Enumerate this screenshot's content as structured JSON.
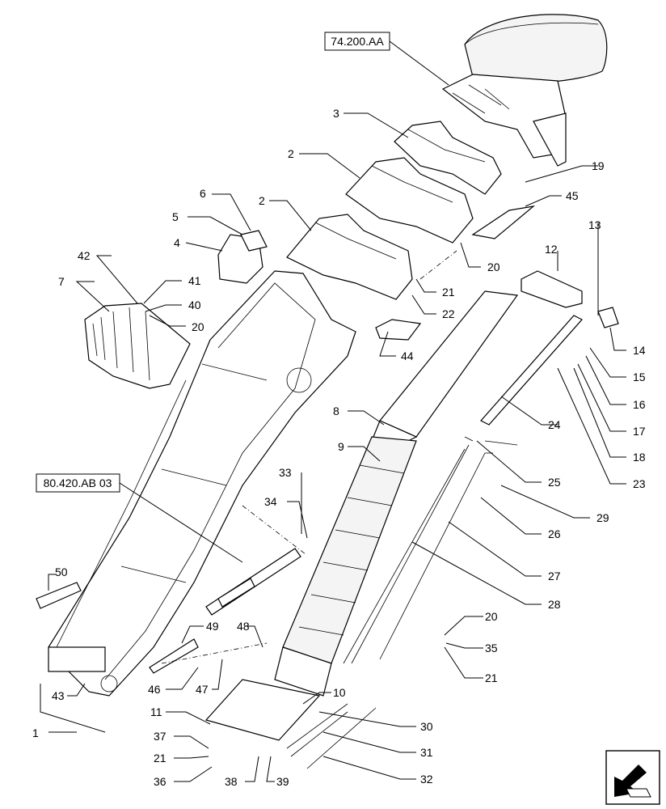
{
  "references": {
    "ref_top": "74.200.AA",
    "ref_left": "80.420.AB 03"
  },
  "callouts": {
    "c1": "1",
    "c2a": "2",
    "c2b": "2",
    "c3": "3",
    "c4": "4",
    "c5": "5",
    "c6": "6",
    "c7": "7",
    "c8": "8",
    "c9": "9",
    "c10": "10",
    "c11": "11",
    "c12": "12",
    "c13": "13",
    "c14": "14",
    "c15": "15",
    "c16": "16",
    "c17": "17",
    "c18": "18",
    "c19": "19",
    "c20a": "20",
    "c20b": "20",
    "c20c": "20",
    "c21a": "21",
    "c21b": "21",
    "c21c": "21",
    "c22": "22",
    "c23": "23",
    "c24": "24",
    "c25": "25",
    "c26": "26",
    "c27": "27",
    "c28": "28",
    "c29": "29",
    "c30": "30",
    "c31": "31",
    "c32": "32",
    "c33": "33",
    "c34": "34",
    "c35": "35",
    "c36": "36",
    "c37": "37",
    "c38": "38",
    "c39": "39",
    "c40": "40",
    "c41": "41",
    "c42": "42",
    "c43": "43",
    "c44": "44",
    "c45": "45",
    "c46": "46",
    "c47": "47",
    "c48": "48",
    "c49": "49",
    "c50": "50"
  },
  "icons": {
    "corner_icon": "next-page-arrow-icon"
  }
}
